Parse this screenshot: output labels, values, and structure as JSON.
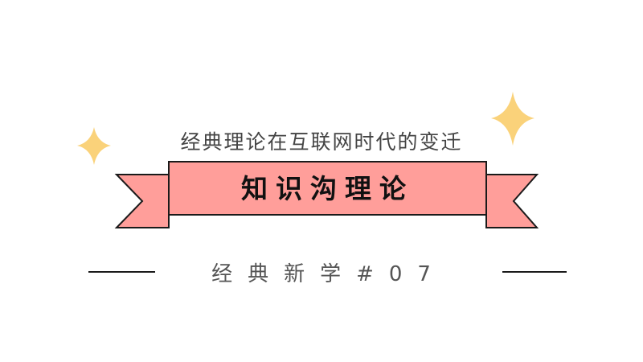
{
  "subtitle": "经典理论在互联网时代的变迁",
  "title": "知识沟理论",
  "series": "经典新学#07",
  "colors": {
    "ribbon_fill": "#FF9E9A",
    "ribbon_stroke": "#1a1a1a",
    "star": "#FAD27A",
    "text_dark": "#111111",
    "text_gray": "#555555"
  },
  "icons": [
    "sparkle-star-small",
    "sparkle-star-large"
  ]
}
